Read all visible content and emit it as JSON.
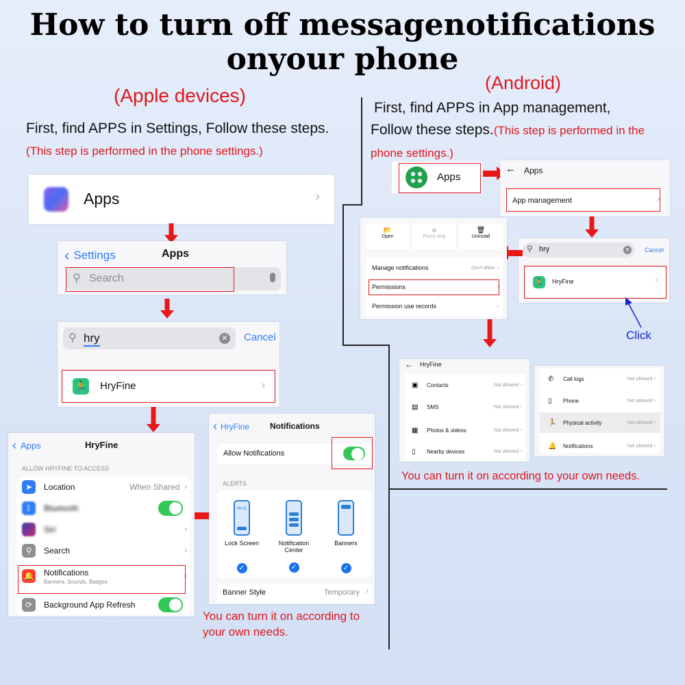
{
  "title": {
    "line1": "How to turn off messagenotifications",
    "line2": "onyour phone"
  },
  "apple": {
    "heading": "(Apple devices)",
    "step_main": "First, find APPS in Settings,   Follow these steps.",
    "step_note": "(This step is performed in the phone settings.)",
    "apps_row": {
      "label": "Apps"
    },
    "settings_screen": {
      "back": "Settings",
      "title": "Apps",
      "search_placeholder": "Search"
    },
    "search_screen": {
      "query": "hry",
      "cancel": "Cancel",
      "result": "HryFine"
    },
    "app_screen": {
      "back": "Apps",
      "title": "HryFine",
      "section": "ALLOW HRYFINE TO ACCESS",
      "location": "Location",
      "location_value": "When Shared",
      "bluetooth": "Bluetooth",
      "siri": "Siri",
      "search": "Search",
      "notifications": "Notifications",
      "notifications_sub": "Banners, Sounds, Badges",
      "background": "Background App Refresh"
    },
    "notif_screen": {
      "back": "HryFine",
      "title": "Notifications",
      "allow": "Allow Notifications",
      "alerts": "ALERTS",
      "lock_screen": "Lock Screen",
      "notif_center_1": "Notification",
      "notif_center_2": "Center",
      "banners": "Banners",
      "phone_time": "09:41",
      "banner_style": "Banner Style",
      "banner_style_value": "Temporary"
    },
    "footer": "You can turn it on according to your own needs."
  },
  "android": {
    "heading": "(Android)",
    "step_line1": "First, find APPS in App management,",
    "step_line2": "Follow these steps.",
    "step_note": "(This step is performed in the phone settings.)",
    "apps_tile": "Apps",
    "apps_screen": {
      "title": "Apps",
      "item": "App management"
    },
    "search_screen": {
      "query": "hry",
      "cancel": "Cancel",
      "result": "HryFine"
    },
    "click_label": "Click",
    "app_info": {
      "open": "Open",
      "force_stop": "Force stop",
      "uninstall": "Uninstall",
      "manage": "Manage notifications",
      "manage_value": "Don't allow",
      "permissions": "Permissions",
      "records": "Permission use records"
    },
    "permissions_screen": {
      "title": "HryFine",
      "left": [
        {
          "label": "Contacts",
          "value": "Not allowed"
        },
        {
          "label": "SMS",
          "value": "Not allowed"
        },
        {
          "label": "Photos & videos",
          "value": "Not allowed"
        },
        {
          "label": "Nearby devices",
          "value": "Not allowed"
        }
      ],
      "right": [
        {
          "label": "Call logs",
          "value": "Not allowed"
        },
        {
          "label": "Phone",
          "value": "Not allowed"
        },
        {
          "label": "Physical activity",
          "value": "Not allowed"
        },
        {
          "label": "Notifications",
          "value": "Not allowed"
        }
      ]
    },
    "footer": "You can turn it on according to your own needs."
  },
  "colors": {
    "accent_red": "#e0161b",
    "ios_blue": "#2f7cf6",
    "toggle_green": "#34c759",
    "app_green": "#2ec27e"
  }
}
